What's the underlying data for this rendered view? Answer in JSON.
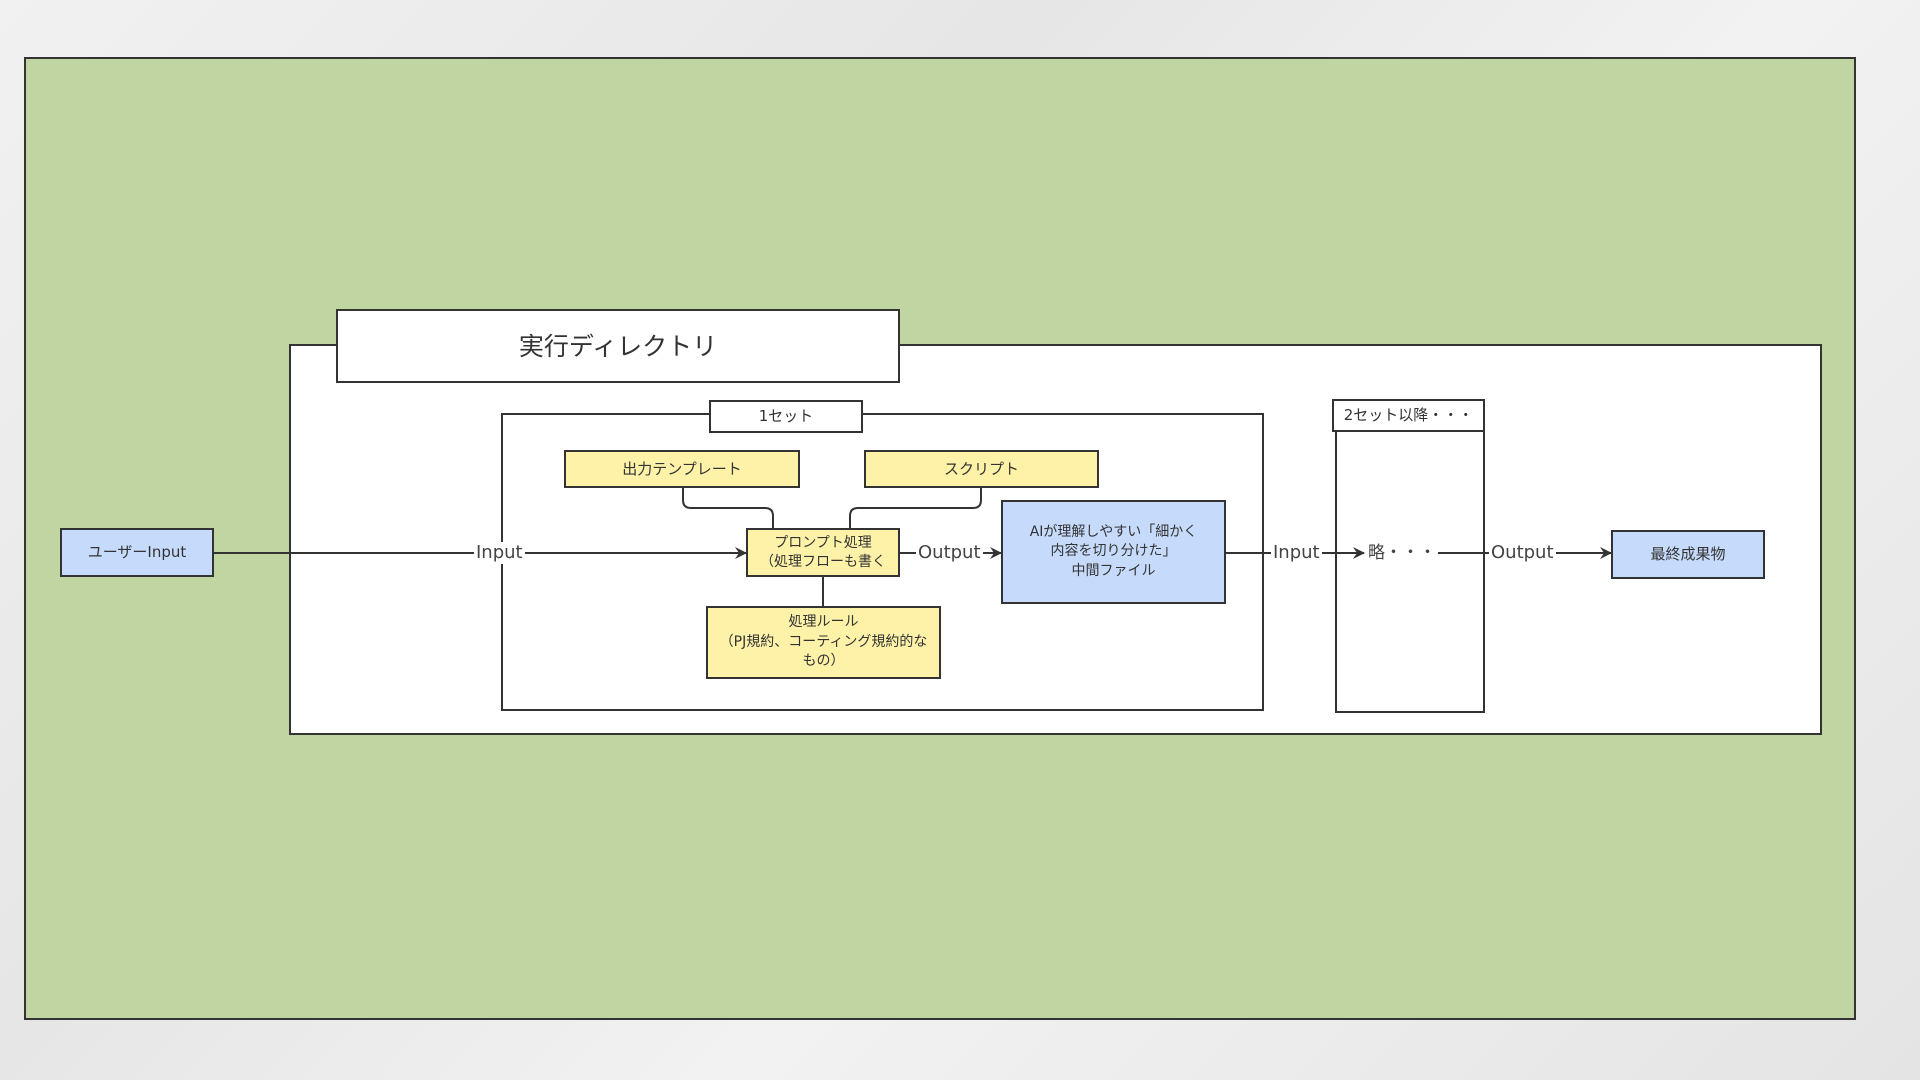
{
  "diagram": {
    "title": "実行ディレクトリ",
    "nodes": {
      "user_input": "ユーザーInput",
      "set1_label": "1セット",
      "output_template": "出力テンプレート",
      "script": "スクリプト",
      "prompt_process": "プロンプト処理\n（処理フローも書く",
      "rules": "処理ルール\n（PJ規約、コーティング規約的な\nもの）",
      "intermediate_file": "AIが理解しやすい「細かく\n内容を切り分けた」\n中間ファイル",
      "set2_label": "2セット以降・・・",
      "omitted": "略・・・",
      "final_output": "最終成果物"
    },
    "edge_labels": {
      "input1": "Input",
      "output1": "Output",
      "input2": "Input",
      "output2": "Output"
    },
    "colors": {
      "background_panel": "#c1d5a2",
      "yellow_node": "#fdf2a8",
      "blue_node": "#c6dbfb",
      "stroke": "#333333"
    }
  }
}
